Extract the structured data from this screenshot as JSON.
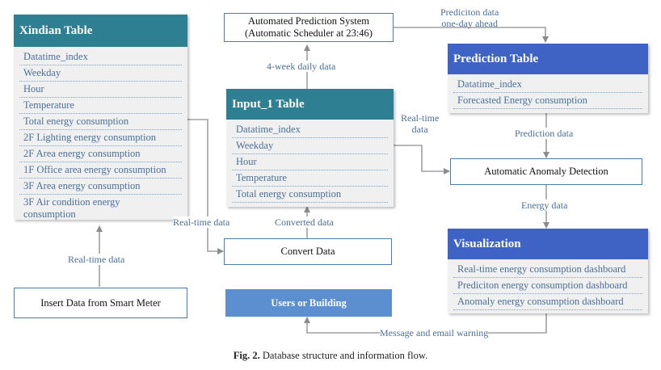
{
  "tables": {
    "xindian": {
      "title": "Xindian Table",
      "fields": [
        "Datatime_index",
        "Weekday",
        "Hour",
        "Temperature",
        "Total energy consumption",
        "2F Lighting energy consumption",
        "2F Area energy consumption",
        "1F Office area energy consumption",
        "3F Area energy consumption",
        "3F Air condition energy consumption"
      ]
    },
    "input1": {
      "title": "Input_1 Table",
      "fields": [
        "Datatime_index",
        "Weekday",
        "Hour",
        "Temperature",
        "Total energy consumption"
      ]
    },
    "prediction": {
      "title": "Prediction Table",
      "fields": [
        "Datatime_index",
        "Forecasted Energy consumption"
      ]
    },
    "visualization": {
      "title": "Visualization",
      "fields": [
        "Real-time energy consumption dashboard",
        "Prediciton energy consumption dashboard",
        "Anomaly energy consumption dashboard"
      ]
    }
  },
  "processes": {
    "aps_line1": "Automated Prediction System",
    "aps_line2": "(Automatic Scheduler at 23:46)",
    "anomaly": "Automatic Anomaly Detection",
    "convert": "Convert Data",
    "insert": "Insert Data from Smart Meter",
    "users": "Users or Building"
  },
  "labels": {
    "prediction_ahead_1": "Prediciton data",
    "prediction_ahead_2": "one-day ahead",
    "four_week": "4-week daily data",
    "realtime_input_1": "Real-time",
    "realtime_input_2": "data",
    "prediction_data": "Prediction data",
    "energy_data": "Energy data",
    "realtime_convert": "Real-time data",
    "converted": "Converted data",
    "realtime_meter": "Real-time data",
    "warning": "Message and email warning"
  },
  "caption": {
    "prefix": "Fig. 2.",
    "text": "Database structure and information flow."
  },
  "colors": {
    "teal_header": "#2f7f92",
    "blue_header": "#3f63c5",
    "users_fill": "#5b8fcf",
    "field_text": "#4a6f9a",
    "arrow": "#8c8c8c"
  }
}
